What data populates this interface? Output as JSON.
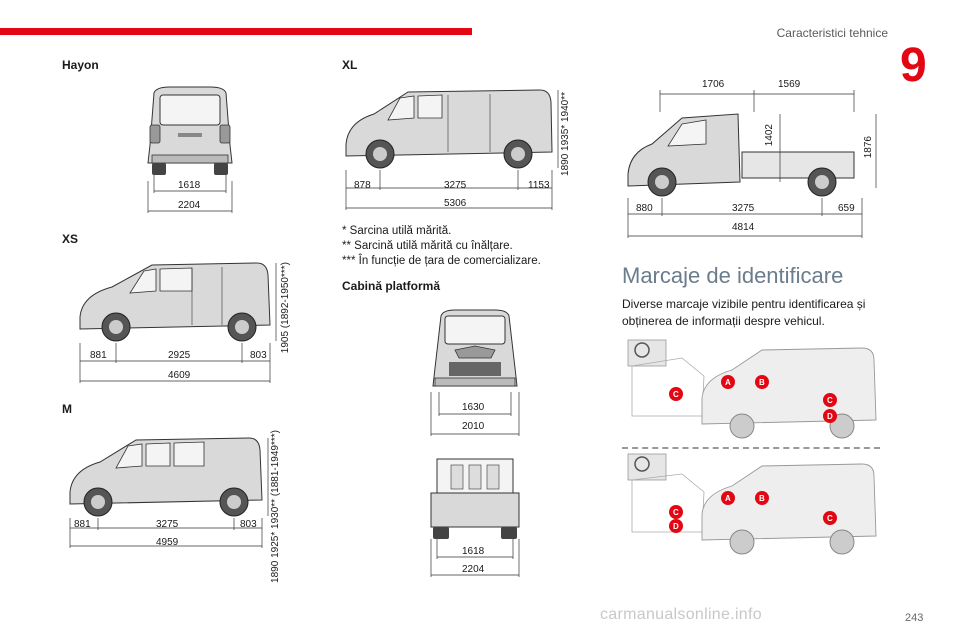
{
  "header": {
    "section_title": "Caracteristici tehnice",
    "chapter_number": "9",
    "accent_color": "#e30613"
  },
  "hayon": {
    "label": "Hayon",
    "width_inner": "1618",
    "width_outer": "2204"
  },
  "xs": {
    "label": "XS",
    "front": "881",
    "wheelbase": "2925",
    "rear": "803",
    "total": "4609",
    "height_1": "1905",
    "height_2": "(1892-1950***)"
  },
  "m": {
    "label": "M",
    "front": "881",
    "wheelbase": "3275",
    "rear": "803",
    "total": "4959",
    "height_1": "1890",
    "height_2": "1925*",
    "height_3": "1930**",
    "height_4": "(1881-1949***)"
  },
  "xl": {
    "label": "XL",
    "front": "878",
    "wheelbase": "3275",
    "rear": "1153",
    "total": "5306",
    "height_1": "1890",
    "height_2": "1935*",
    "height_3": "1940**"
  },
  "notes": {
    "note1": "* Sarcina utilă mărită.",
    "note2": "** Sarcină utilă mărită cu înălțare.",
    "note3": "*** În funcție de țara de comercializare."
  },
  "platform": {
    "label": "Cabină platformă",
    "front_width_inner": "1630",
    "front_width_outer": "2010",
    "rear_width_inner": "1618",
    "rear_width_outer": "2204",
    "top_cab": "1706",
    "top_platform": "1569",
    "cab_height": "1402",
    "total_height": "1876",
    "front": "880",
    "wheelbase": "3275",
    "rear": "659",
    "total": "4814"
  },
  "identification": {
    "title": "Marcaje de identificare",
    "description": "Diverse marcaje vizibile pentru identificarea și obținerea de informații despre vehicul.",
    "markers": [
      "A",
      "B",
      "C",
      "D"
    ]
  },
  "footer": {
    "page_number": "243",
    "watermark": "carmanualsonline.info"
  }
}
